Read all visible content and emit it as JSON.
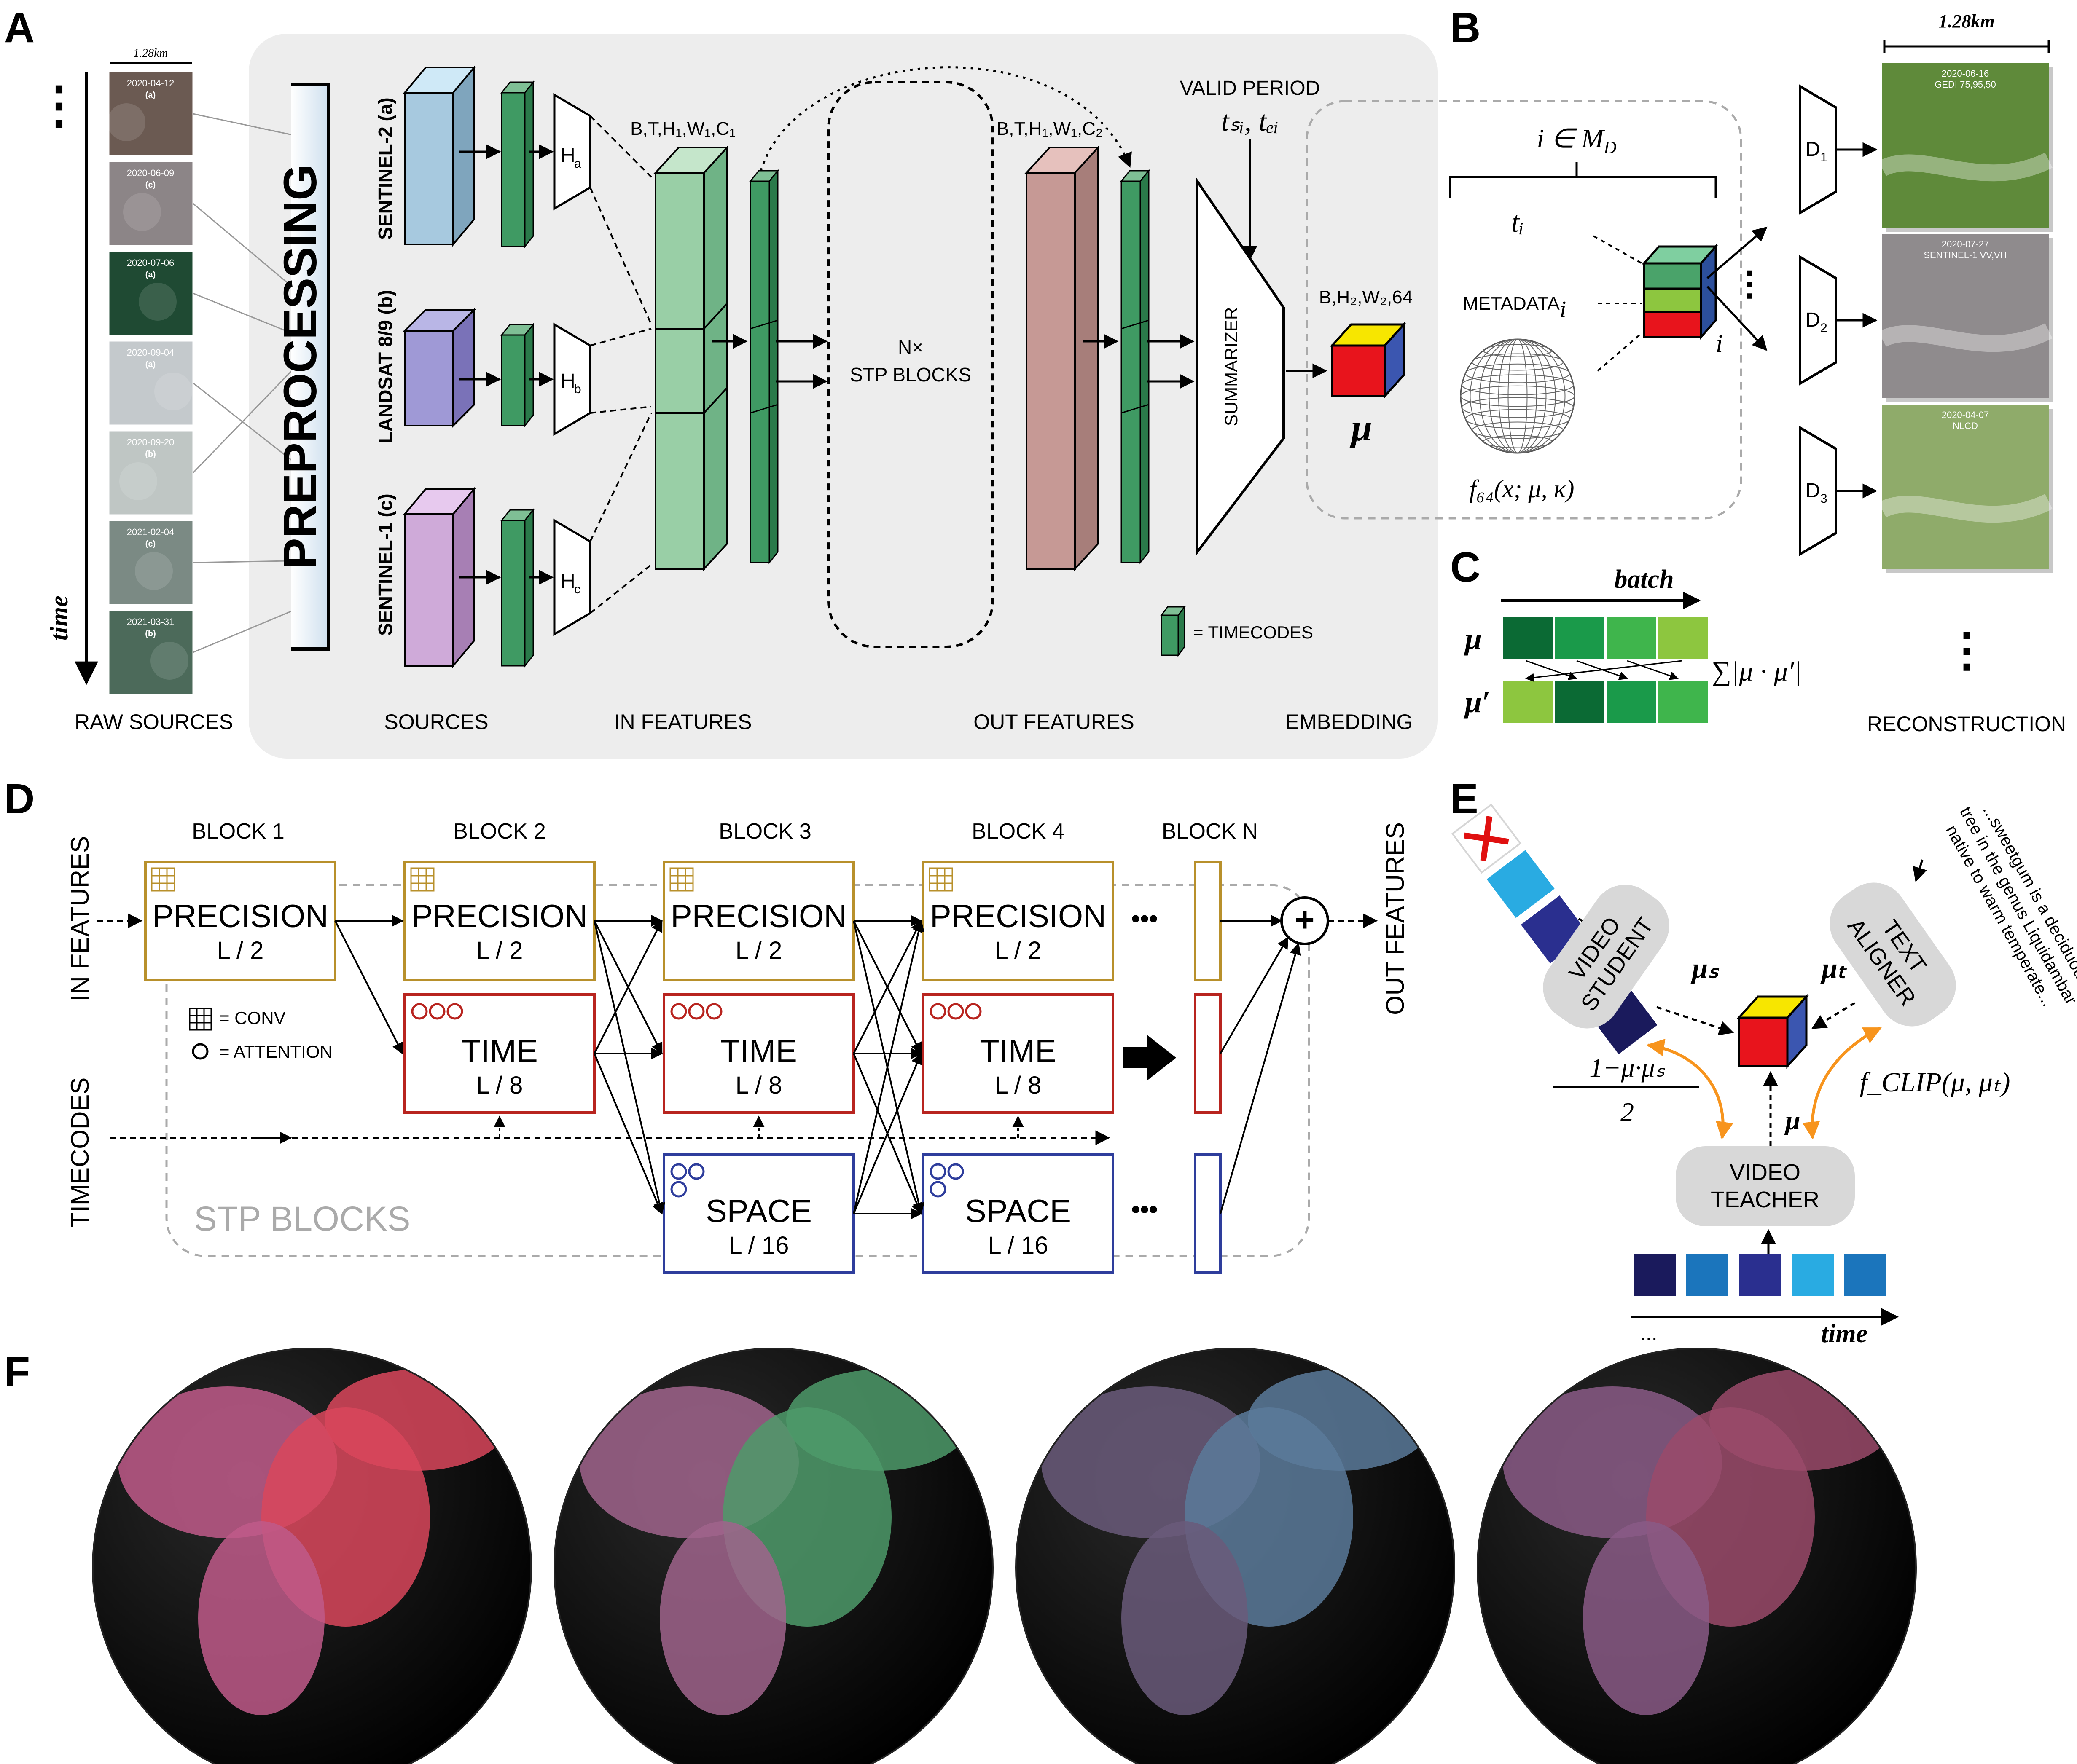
{
  "panelA": {
    "letter": "A",
    "scale": "1.28km",
    "time_label": "time",
    "ellipsis": "⋮",
    "tiles": [
      {
        "date": "2020-04-12",
        "src": "(a)",
        "color": "#6b5a52"
      },
      {
        "date": "2020-06-09",
        "src": "(c)",
        "color": "#8c8587"
      },
      {
        "date": "2020-07-06",
        "src": "(a)",
        "color": "#1f4a33"
      },
      {
        "date": "2020-09-04",
        "src": "(a)",
        "color": "#c4c9cc"
      },
      {
        "date": "2020-09-20",
        "src": "(b)",
        "color": "#bfc6c4"
      },
      {
        "date": "2021-02-04",
        "src": "(c)",
        "color": "#7b8a84"
      },
      {
        "date": "2021-03-31",
        "src": "(b)",
        "color": "#4c6a5a"
      }
    ],
    "raw_sources": "RAW SOURCES",
    "preprocessing": "PREPROCESSING",
    "sensors": [
      "SENTINEL-2 (a)",
      "LANDSAT 8/9 (b)",
      "SENTINEL-1 (c)"
    ],
    "heads": [
      "H",
      "H",
      "H"
    ],
    "head_subs": [
      "a",
      "b",
      "c"
    ],
    "in_shape": "B,T,H₁,W₁,C₁",
    "out_shape": "B,T,H₁,W₁,C₂",
    "stp_line1": "N×",
    "stp_line2": "STP BLOCKS",
    "valid_period": "VALID PERIOD",
    "valid_math": "tₛᵢ, tₑᵢ",
    "summarizer": "SUMMARIZER",
    "embed_shape": "B,H₂,W₂,64",
    "mu": "μ",
    "timecodes_legend": "= TIMECODES",
    "bottom_labels": [
      "SOURCES",
      "IN FEATURES",
      "OUT FEATURES",
      "EMBEDDING"
    ]
  },
  "panelB": {
    "letter": "B",
    "md": "i ∈ M",
    "md_sub": "D",
    "ti": "tᵢ",
    "metadata": "METADATA",
    "metadata_sub": "i",
    "i_label": "i",
    "vmf": "f₆₄(x; μ, κ)",
    "scale": "1.28km",
    "decoders": [
      "D",
      "D",
      "D"
    ],
    "decoder_subs": [
      "1",
      "2",
      "3"
    ],
    "recon": [
      {
        "line1": "2020-06-16",
        "line2": "GEDI 75,95,50",
        "color": "#5f8a3a"
      },
      {
        "line1": "2020-07-27",
        "line2": "SENTINEL-1 VV,VH",
        "color": "#8f8b8d"
      },
      {
        "line1": "2020-04-07",
        "line2": "NLCD",
        "color": "#8fab6a"
      }
    ],
    "reconstruction": "RECONSTRUCTION",
    "ellipsis": "⋮"
  },
  "panelC": {
    "letter": "C",
    "batch": "batch",
    "mu": "μ",
    "mu_prime": "μ′",
    "sum": "∑|μ · μ′|",
    "row1": [
      "#0b6a34",
      "#1a9a4a",
      "#3fb54c",
      "#8dc63f"
    ],
    "row2": [
      "#8dc63f",
      "#0b6a34",
      "#1a9a4a",
      "#3fb54c"
    ]
  },
  "panelD": {
    "letter": "D",
    "blocks": [
      "BLOCK 1",
      "BLOCK 2",
      "BLOCK 3",
      "BLOCK 4",
      "BLOCK N"
    ],
    "precision": "PRECISION",
    "precision_sub": "L / 2",
    "time": "TIME",
    "time_sub": "L / 8",
    "space": "SPACE",
    "space_sub": "L / 16",
    "in_features": "IN FEATURES",
    "timecodes": "TIMECODES",
    "out_features": "OUT FEATURES",
    "conv_legend": "= CONV",
    "attn_legend": "= ATTENTION",
    "stp_blocks": "STP BLOCKS",
    "dots": "•••",
    "plus": "+",
    "colors": {
      "precision": "#b8902b",
      "time": "#b8241f",
      "space": "#2e3d9c"
    }
  },
  "panelE": {
    "letter": "E",
    "video_student": [
      "VIDEO",
      "STUDENT"
    ],
    "text_aligner": [
      "TEXT",
      "ALIGNER"
    ],
    "video_teacher": [
      "VIDEO",
      "TEACHER"
    ],
    "mu_s": "μₛ",
    "mu_t": "μₜ",
    "mu": "μ",
    "loss_num": "1−μ·μₛ",
    "loss_den": "2",
    "fclip": "f_CLIP(μ, μₜ)",
    "text_lines": [
      "...sweetgum is a deciduous",
      "tree in the genus Liquidambar",
      "native to warm temperate..."
    ],
    "time": "time",
    "dots": "...",
    "student_tokens": [
      "#1a1a5c",
      "#1a1a5c",
      "#2a2f8f",
      "#29abe2"
    ],
    "teacher_tokens": [
      "#1a1a5c",
      "#1b75bc",
      "#2a2f8f",
      "#29abe2",
      "#1b75bc"
    ]
  },
  "panelF": {
    "letter": "F",
    "globes": [
      {
        "land": "#c05a8a",
        "accent": "#d9465c"
      },
      {
        "land": "#a0648c",
        "accent": "#4d9a6a"
      },
      {
        "land": "#6a5a7a",
        "accent": "#5a7a9a"
      },
      {
        "land": "#8a5a86",
        "accent": "#9a4a6a"
      }
    ]
  }
}
